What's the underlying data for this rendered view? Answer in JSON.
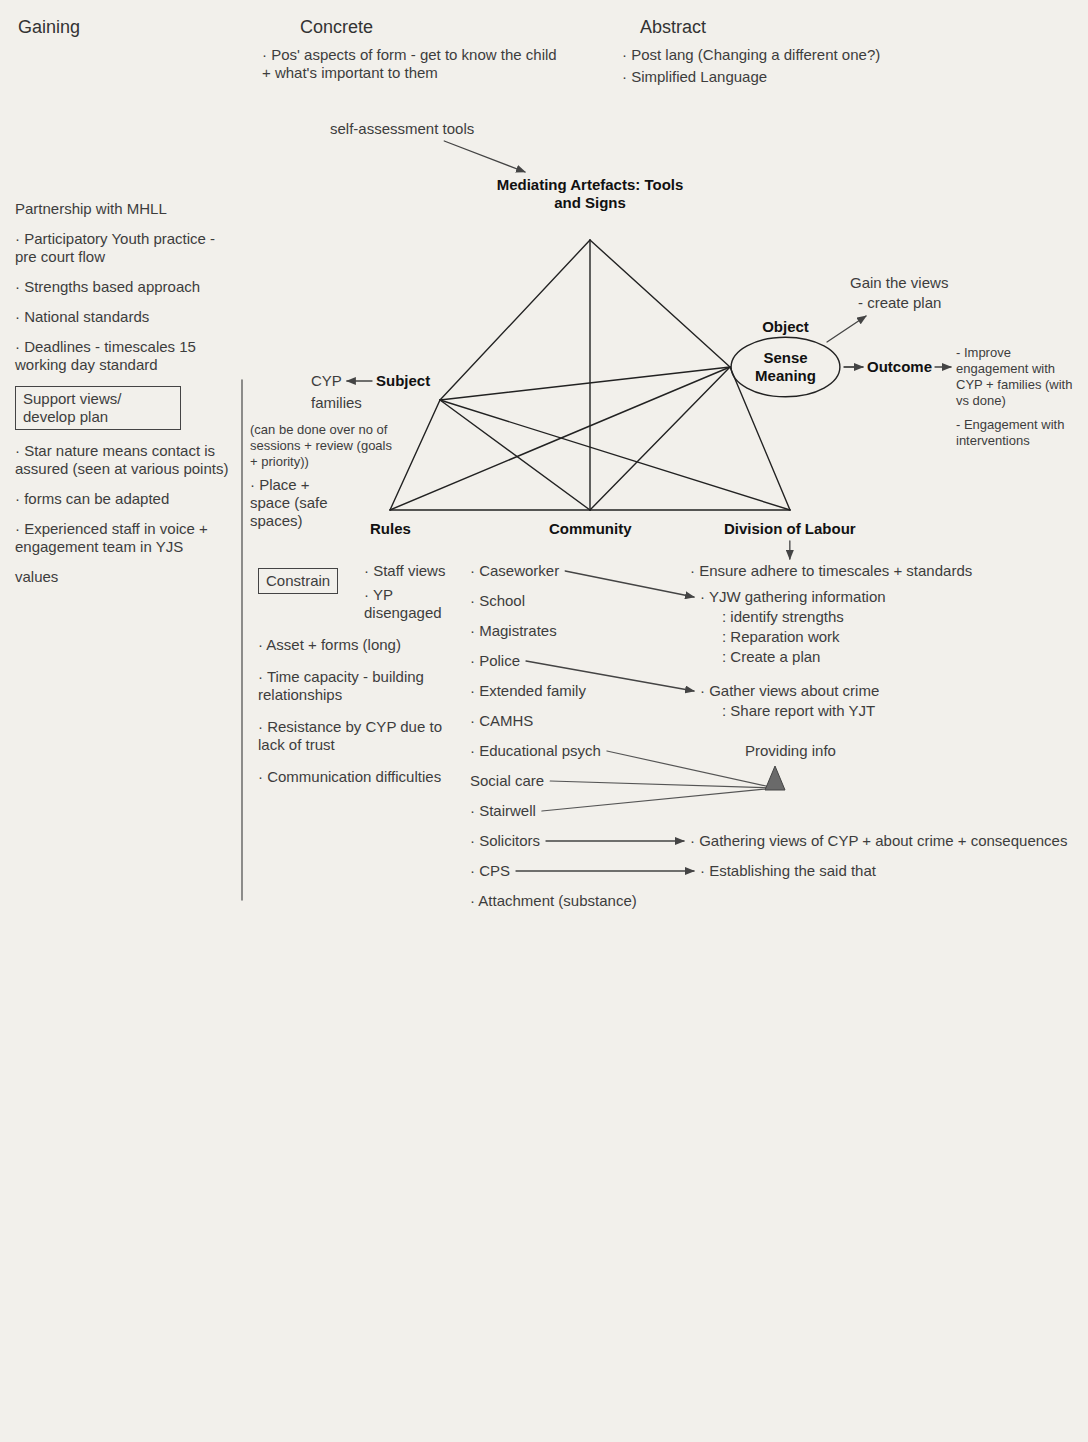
{
  "diagram": {
    "nodes": [
      {
        "text": [
          "Object",
          "Sense",
          "Meaning"
        ]
      },
      {
        "text": [
          "Support views/ develop plan"
        ]
      },
      {
        "text": [
          "Constrain"
        ]
      }
    ],
    "labels": [
      "Gaining",
      "Concrete",
      "· Pos' aspects of form - get to know the child + what's important to them",
      "self-assessment tools",
      "Abstract",
      "· Post lang (Changing a different one?)",
      "· Simplified Language",
      "Mediating Artefacts: Tools and Signs",
      "CYP",
      "Subject",
      "families",
      "Gain the views",
      "- create plan",
      "Outcome",
      "- Improve engagement with CYP + families (with vs done)",
      "- Engagement with interventions",
      "Partnership with MHLL",
      "· Participatory Youth practice - pre court flow",
      "· Strengths based approach",
      "· National standards",
      "(can be done over no of sessions + review (goals + priority))",
      "· Place + space (safe spaces)",
      "· Deadlines - timescales 15 working day standard",
      "· Star nature means contact is assured (seen at various points)",
      "· forms can be adapted",
      "· Experienced staff in voice + engagement team in YJS",
      "values",
      "· Staff views",
      "· YP disengaged",
      "· Asset + forms (long)",
      "· Time capacity - building relationships",
      "· Resistance by CYP due to lack of trust",
      "· Communication difficulties",
      "Rules",
      "Community",
      "Division of Labour",
      "· Caseworker",
      "· School",
      "· Magistrates",
      "· Police",
      "· Extended family",
      "· CAMHS",
      "· Educational psych",
      "Social care",
      "· Stairwell",
      "· Solicitors",
      "· CPS",
      "· Attachment (substance)",
      "· Ensure adhere to timescales + standards",
      "· YJW gathering information",
      ": identify strengths",
      ": Reparation work",
      ": Create a plan",
      "· Gather views about crime",
      ": Share report with YJT",
      "Providing info",
      "· Gathering views of CYP + about crime + consequences",
      "· Establishing the said that"
    ]
  }
}
